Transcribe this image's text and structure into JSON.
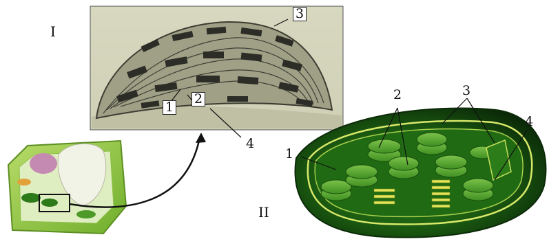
{
  "panel_labels": {
    "micrograph": "I",
    "model": "II"
  },
  "micrograph_labels": {
    "one": "1",
    "two": "2",
    "three": "3",
    "four": "4"
  },
  "model_labels": {
    "one": "1",
    "two": "2",
    "three": "3",
    "four": "4"
  }
}
